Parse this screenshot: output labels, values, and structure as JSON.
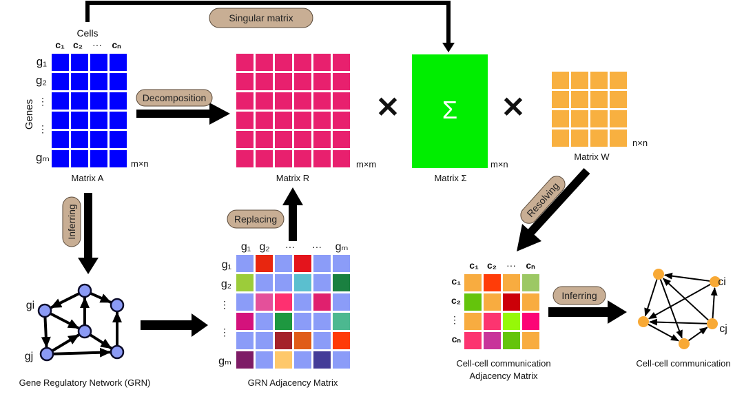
{
  "colors": {
    "matrix_a": "#0000ff",
    "matrix_r": "#e8206e",
    "matrix_sigma": "#00ee00",
    "matrix_w": "#f8b040",
    "grn_node": "#8b9af5",
    "ccc_node": "#f8a935",
    "pill": "#c8ae94",
    "arrow": "#000000"
  },
  "labels": {
    "singular_matrix": "Singular matrix",
    "decomposition": "Decomposition",
    "inferring_left": "Inferring",
    "replacing": "Replacing",
    "resolving": "Resolving",
    "inferring_right": "Inferring",
    "cells": "Cells",
    "genes": "Genes"
  },
  "matrix_a": {
    "title": "Matrix A",
    "dims": "m×n",
    "col_labels": [
      "c₁",
      "c₂",
      "···",
      "cₙ"
    ],
    "row_labels": [
      "g₁",
      "g₂",
      "⋮",
      "⋮",
      "",
      "gₘ"
    ]
  },
  "matrix_r": {
    "title": "Matrix R",
    "dims": "m×m"
  },
  "matrix_sigma": {
    "title": "Matrix Σ",
    "dims": "m×n",
    "symbol": "Σ"
  },
  "matrix_w": {
    "title": "Matrix W",
    "dims": "n×n"
  },
  "operators": {
    "times": "✕"
  },
  "grn": {
    "title": "Gene Regulatory Network (GRN)",
    "node_labels": {
      "gi": "gi",
      "gj": "gj"
    }
  },
  "grn_adjacency": {
    "title": "GRN Adjacency Matrix",
    "col_labels": [
      "g₁",
      "g₂",
      "···",
      "···",
      "gₘ"
    ],
    "row_labels": [
      "g₁",
      "g₂",
      "⋮",
      "⋮",
      "gₘ"
    ],
    "cells": [
      [
        "#8b9cf8",
        "#e8260f",
        "#8b9cf8",
        "#e4141c",
        "#8b9cf8",
        "#8b9cf8"
      ],
      [
        "#9ccc3a",
        "#8b9cf8",
        "#8b9cf8",
        "#5bbfcf",
        "#8b9cf8",
        "#1a8040"
      ],
      [
        "#8b9cf8",
        "#e4509a",
        "#fe3070",
        "#8b9cf8",
        "#e0206e",
        "#8b9cf8"
      ],
      [
        "#d4127c",
        "#8b9cf8",
        "#1e9840",
        "#8b9cf8",
        "#8b9cf8",
        "#4cb890"
      ],
      [
        "#8b9cf8",
        "#8b9cf8",
        "#a4222a",
        "#e05c18",
        "#8b9cf8",
        "#ff3a08"
      ],
      [
        "#7e1c66",
        "#8b9cf8",
        "#fec86a",
        "#8b9cf8",
        "#443c98",
        "#8b9cf8"
      ]
    ]
  },
  "ccc_adjacency": {
    "title_line1": "Cell-cell communication",
    "title_line2": "Adjacency Matrix",
    "col_labels": [
      "c₁",
      "c₂",
      "···",
      "cₙ"
    ],
    "row_labels": [
      "c₁",
      "c₂",
      "⋮",
      "cₙ"
    ],
    "cells": [
      [
        "#f8ac40",
        "#ff3c08",
        "#f8ac40",
        "#9cc864"
      ],
      [
        "#64c40c",
        "#f8ac40",
        "#cc0008",
        "#f8ac40"
      ],
      [
        "#f8ac40",
        "#fc3470",
        "#96f808",
        "#fc0476"
      ],
      [
        "#fc3470",
        "#c8349a",
        "#64c40c",
        "#f8ac40"
      ]
    ]
  },
  "ccc_network": {
    "title": "Cell-cell communication",
    "node_labels": {
      "ci": "ci",
      "cj": "cj"
    }
  }
}
